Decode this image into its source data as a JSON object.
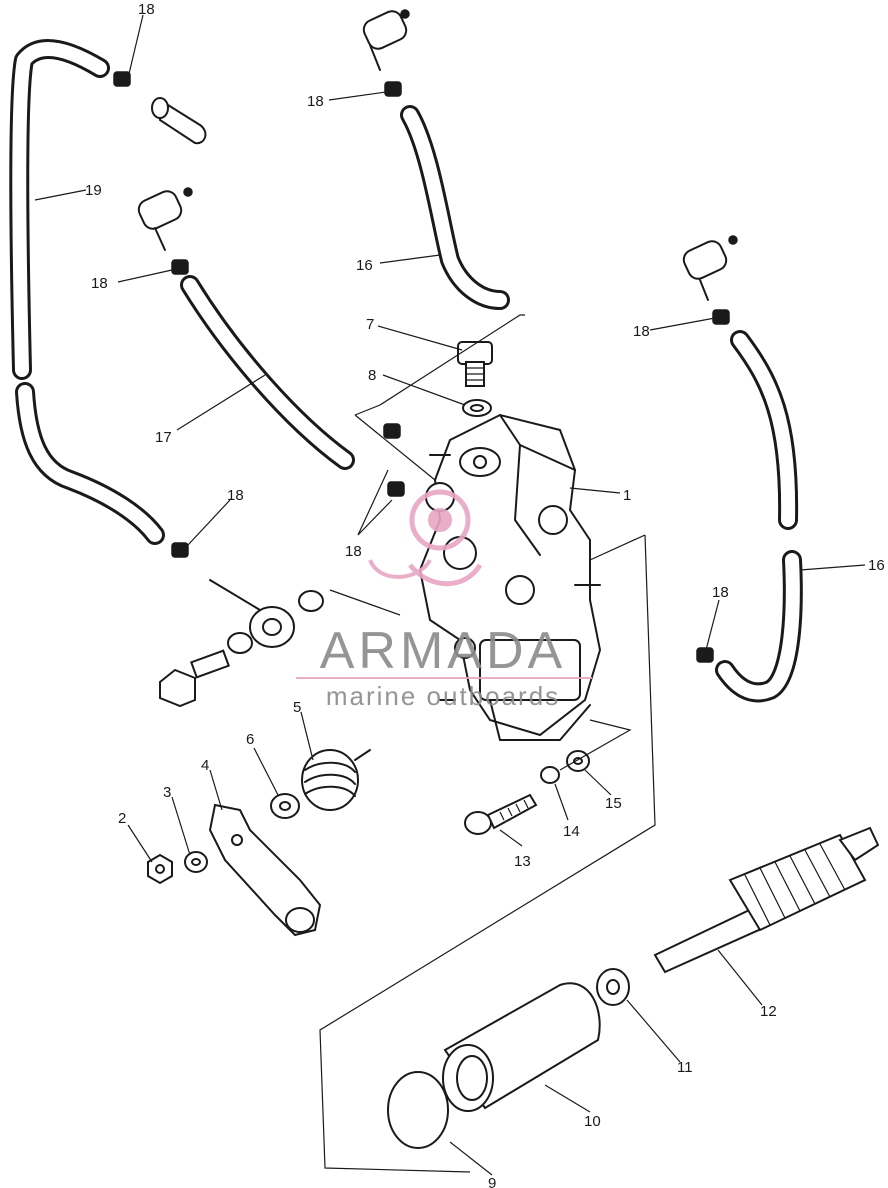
{
  "callouts": {
    "c1": "1",
    "c2": "2",
    "c3": "3",
    "c4": "4",
    "c5": "5",
    "c6": "6",
    "c7": "7",
    "c8": "8",
    "c9": "9",
    "c10": "10",
    "c11": "11",
    "c12": "12",
    "c13": "13",
    "c14": "14",
    "c15": "15",
    "c16a": "16",
    "c16b": "16",
    "c17": "17",
    "c18a": "18",
    "c18b": "18",
    "c18c": "18",
    "c18d": "18",
    "c18e": "18",
    "c18f": "18",
    "c18g": "18",
    "c19": "19"
  },
  "watermark": {
    "brand": "ARMADA",
    "tagline": "marine outboards",
    "colors": {
      "logo": "#e8a6c4",
      "text": "#8a8a8a"
    }
  },
  "colors": {
    "ink": "#1a1a1a",
    "background": "#ffffff"
  }
}
